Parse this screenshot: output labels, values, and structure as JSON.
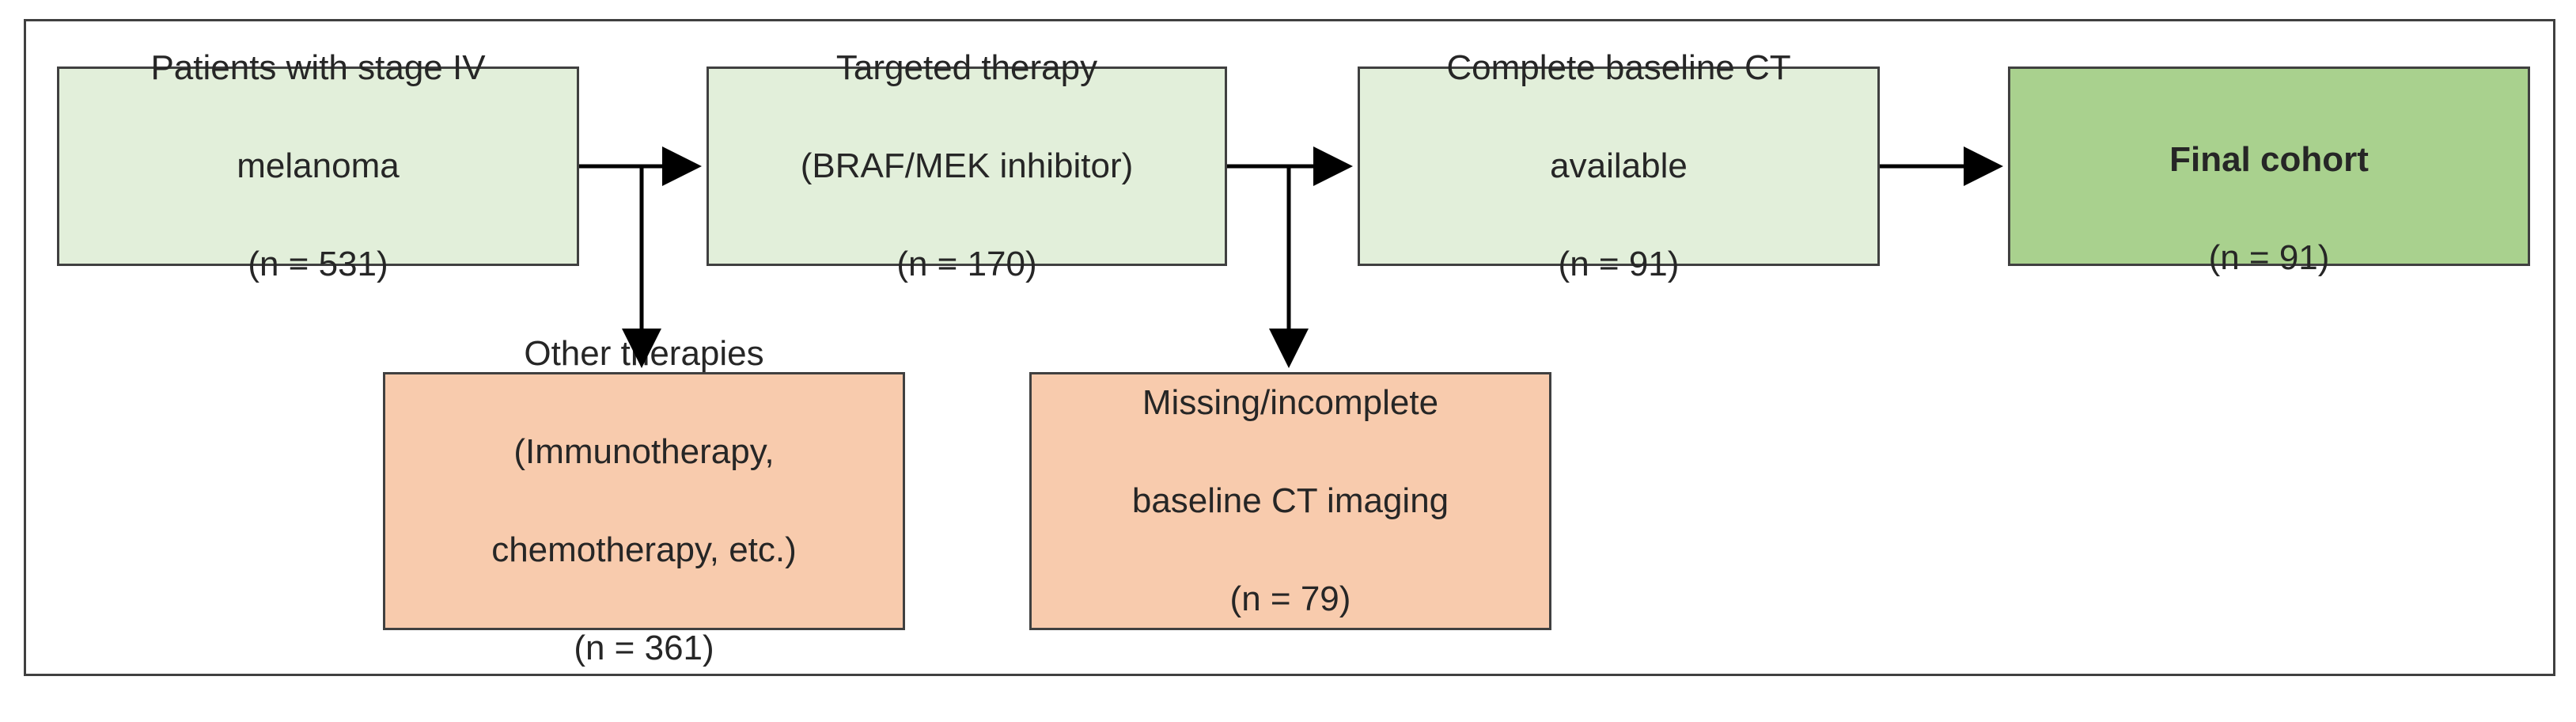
{
  "flowchart": {
    "boxes": {
      "patients": {
        "lines": [
          "Patients with stage IV",
          "melanoma",
          "(n = 531)"
        ]
      },
      "targeted": {
        "lines": [
          "Targeted therapy",
          "(BRAF/MEK inhibitor)",
          "(n = 170)"
        ]
      },
      "complete": {
        "lines": [
          "Complete baseline CT",
          "available",
          "(n = 91)"
        ]
      },
      "final": {
        "title": "Final cohort",
        "lines": [
          "(n = 91)"
        ]
      },
      "other": {
        "lines": [
          "Other therapies",
          "(Immunotherapy,",
          "chemotherapy, etc.)",
          "(n = 361)"
        ]
      },
      "missing": {
        "lines": [
          "Missing/incomplete",
          "baseline CT imaging",
          "(n = 79)"
        ]
      }
    },
    "colors": {
      "light_green": "#e2efda",
      "dark_green": "#a9d18e",
      "orange": "#f8cbad",
      "border": "#404040"
    }
  }
}
